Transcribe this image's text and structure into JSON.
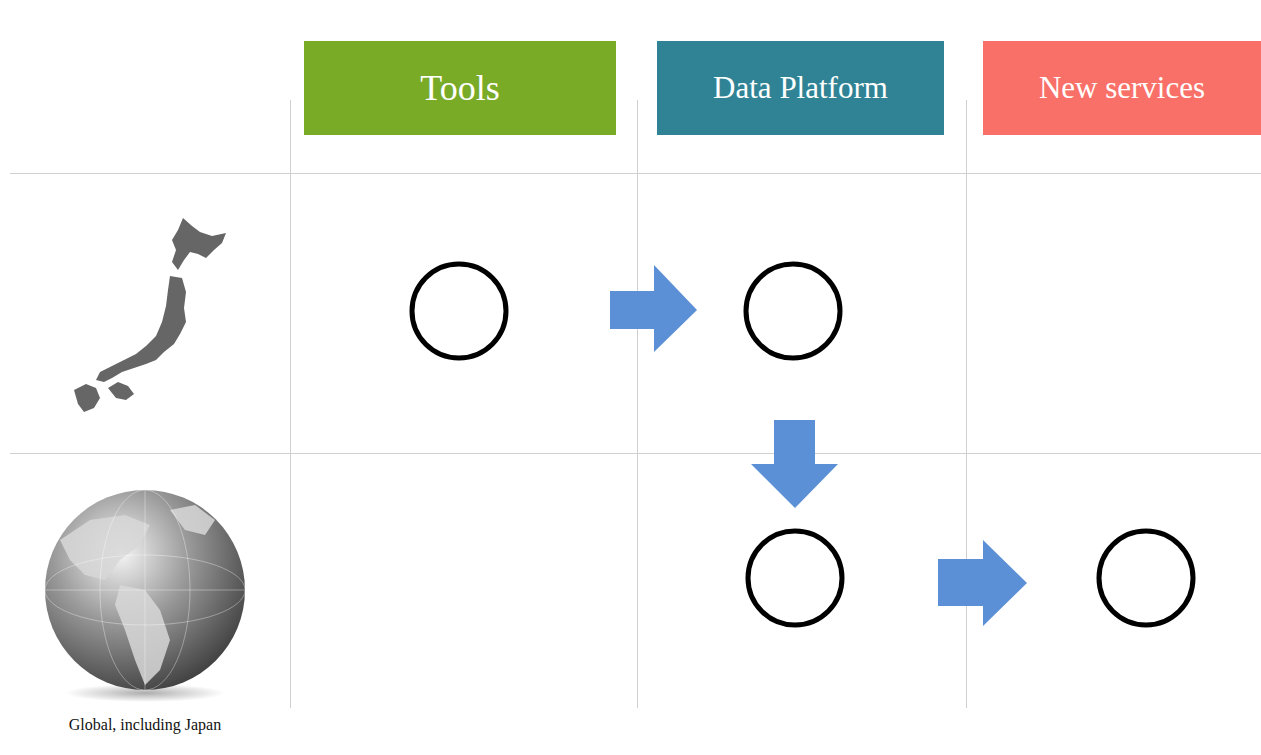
{
  "diagram": {
    "nodes": [
      {
        "text": [
          "Tools"
        ]
      },
      {
        "text": [
          "Data Platform"
        ]
      },
      {
        "text": [
          "New services"
        ]
      }
    ],
    "labels": [
      "Global, including Japan"
    ]
  }
}
